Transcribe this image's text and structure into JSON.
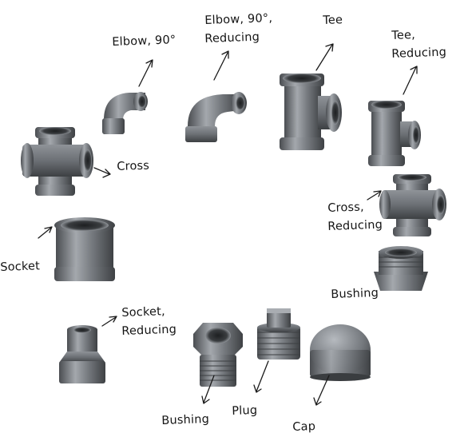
{
  "labels": {
    "elbow90": "Elbow, 90°",
    "elbow90_reducing_line1": "Elbow, 90°,",
    "elbow90_reducing_line2": "Reducing",
    "tee": "Tee",
    "tee_reducing_line1": "Tee,",
    "tee_reducing_line2": "Reducing",
    "cross": "Cross",
    "cross_reducing_line1": "Cross,",
    "cross_reducing_line2": "Reducing",
    "socket": "Socket",
    "bushing_right": "Bushing",
    "socket_reducing_line1": "Socket,",
    "socket_reducing_line2": "Reducing",
    "bushing_bottom": "Bushing",
    "plug": "Plug",
    "cap": "Cap"
  },
  "colors": {
    "metal_light": "#9a9ea3",
    "metal_mid": "#6e7277",
    "metal_dark": "#3f4246",
    "ink": "#141414"
  }
}
